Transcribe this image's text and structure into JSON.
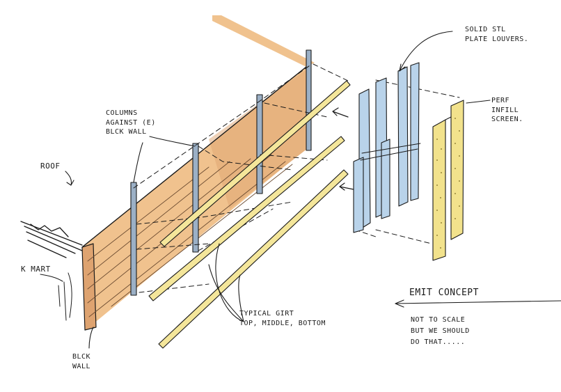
{
  "labels": {
    "louvers": [
      "SOLID STL",
      "PLATE LOUVERS."
    ],
    "perf_infill": [
      "PERF",
      "INFILL",
      "SCREEN."
    ],
    "columns": [
      "COLUMNS",
      "AGAINST (E)",
      "BLCK WALL"
    ],
    "roof": "ROOF",
    "k_mark": "K MART",
    "block_wall": [
      "BLCK",
      "WALL"
    ],
    "typical_girt": [
      "TYPICAL GIRT",
      "TOP, MIDDLE, BOTTOM"
    ],
    "concept": {
      "title": "EMIT CONCEPT",
      "notes": [
        "NOT TO SCALE",
        "BUT WE SHOULD",
        "DO THAT....."
      ]
    }
  },
  "colors": {
    "wall": "#f0c28e",
    "wall_dark": "#dea370",
    "louver": "#b9d3ea",
    "perf_screen": "#f2e28c",
    "girt": "#f4e69a",
    "column": "#9bb0c6",
    "ink": "#1a1a1a"
  }
}
